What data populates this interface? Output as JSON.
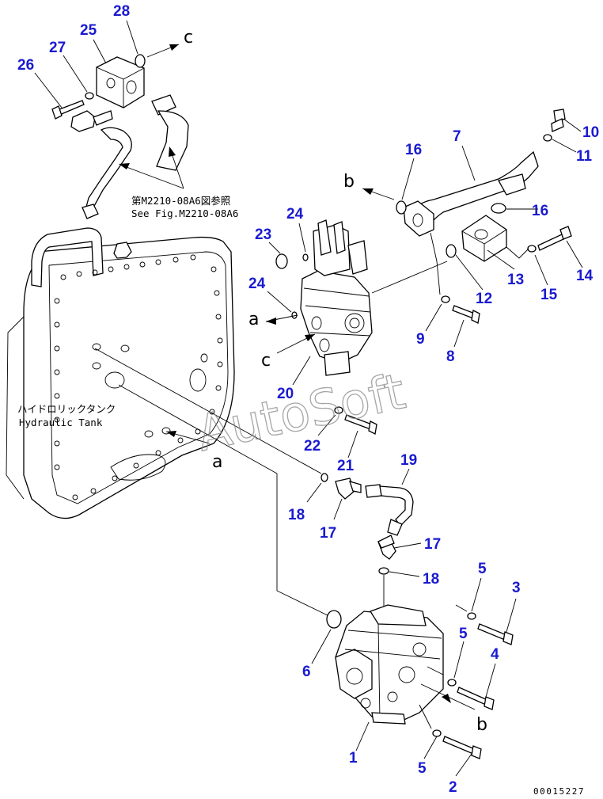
{
  "callouts": [
    {
      "id": "c28",
      "text": "28"
    },
    {
      "id": "c25",
      "text": "25"
    },
    {
      "id": "c27",
      "text": "27"
    },
    {
      "id": "c26",
      "text": "26"
    },
    {
      "id": "c10",
      "text": "10"
    },
    {
      "id": "c11",
      "text": "11"
    },
    {
      "id": "c7",
      "text": "7"
    },
    {
      "id": "c16a",
      "text": "16"
    },
    {
      "id": "c16b",
      "text": "16"
    },
    {
      "id": "c24a",
      "text": "24"
    },
    {
      "id": "c23",
      "text": "23"
    },
    {
      "id": "c24b",
      "text": "24"
    },
    {
      "id": "c13",
      "text": "13"
    },
    {
      "id": "c14",
      "text": "14"
    },
    {
      "id": "c15",
      "text": "15"
    },
    {
      "id": "c12",
      "text": "12"
    },
    {
      "id": "c9",
      "text": "9"
    },
    {
      "id": "c8",
      "text": "8"
    },
    {
      "id": "c20",
      "text": "20"
    },
    {
      "id": "c22",
      "text": "22"
    },
    {
      "id": "c21",
      "text": "21"
    },
    {
      "id": "c19",
      "text": "19"
    },
    {
      "id": "c18a",
      "text": "18"
    },
    {
      "id": "c17a",
      "text": "17"
    },
    {
      "id": "c17b",
      "text": "17"
    },
    {
      "id": "c18b",
      "text": "18"
    },
    {
      "id": "c5a",
      "text": "5"
    },
    {
      "id": "c3",
      "text": "3"
    },
    {
      "id": "c5b",
      "text": "5"
    },
    {
      "id": "c4",
      "text": "4"
    },
    {
      "id": "c6",
      "text": "6"
    },
    {
      "id": "c1",
      "text": "1"
    },
    {
      "id": "c5c",
      "text": "5"
    },
    {
      "id": "c2",
      "text": "2"
    }
  ],
  "flow_letters": {
    "c_top": "c",
    "b_top": "b",
    "a_mid": "a",
    "c_mid": "c",
    "a_tank": "a",
    "b_bottom": "b"
  },
  "notes": {
    "ref_jp": "第M2210-08A6図参照",
    "ref_en": "See Fig.M2210-08A6",
    "tank_jp": "ハイドロリックタンク",
    "tank_en": "Hydraulic Tank"
  },
  "watermark": "AutoSoft",
  "drawing_code": "00015227"
}
